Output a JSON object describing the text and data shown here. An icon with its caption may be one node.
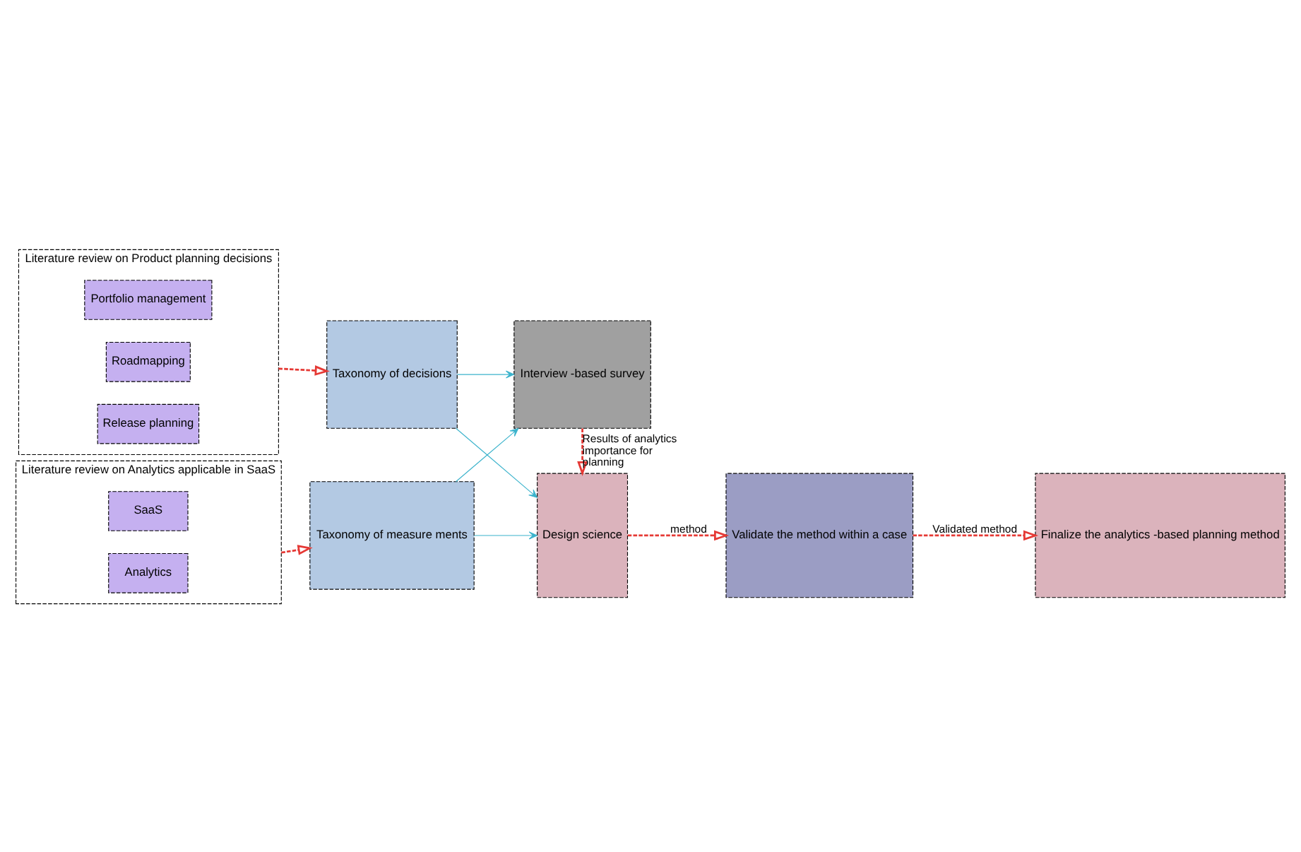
{
  "diagram": {
    "nodes": [
      {
        "text": [
          "Literature review on Product planning decisions"
        ]
      },
      {
        "text": [
          "Portfolio management"
        ],
        "in": 0
      },
      {
        "text": [
          "Roadmapping"
        ],
        "in": 0
      },
      {
        "text": [
          "Release planning"
        ],
        "in": 0
      },
      {
        "text": [
          "Literature review on Analytics applicable in SaaS"
        ]
      },
      {
        "text": [
          "SaaS"
        ],
        "in": 4
      },
      {
        "text": [
          "Analytics"
        ],
        "in": 4
      },
      {
        "text": [
          "Taxonomy of decisions"
        ]
      },
      {
        "text": [
          "Taxonomy of measure ments"
        ]
      },
      {
        "text": [
          "Interview -based survey"
        ]
      },
      {
        "text": [
          "Design science"
        ]
      },
      {
        "text": [
          "Validate the method within a case"
        ]
      },
      {
        "text": [
          "Finalize the analytics -based planning method"
        ]
      }
    ],
    "edges": [
      {
        "from": 0,
        "to": 7,
        "arrow": "to",
        "style": "dashed"
      },
      {
        "from": 4,
        "to": 8,
        "arrow": "to",
        "style": "dashed"
      },
      {
        "from": 7,
        "to": 9,
        "arrow": "to",
        "color": "#3bb3cc"
      },
      {
        "from": 7,
        "to": 10,
        "arrow": "to",
        "color": "#3bb3cc"
      },
      {
        "from": 8,
        "to": 9,
        "arrow": "to",
        "color": "#3bb3cc"
      },
      {
        "from": 8,
        "to": 10,
        "arrow": "to",
        "color": "#3bb3cc"
      },
      {
        "from": 9,
        "to": 10,
        "arrow": "to",
        "style": "dashed",
        "label": "Results of analytics importance for planning"
      },
      {
        "from": 10,
        "to": 11,
        "arrow": "to",
        "style": "dashed",
        "label": "method"
      },
      {
        "from": 11,
        "to": 12,
        "arrow": "to",
        "style": "dashed",
        "label": "Validated method"
      }
    ]
  }
}
